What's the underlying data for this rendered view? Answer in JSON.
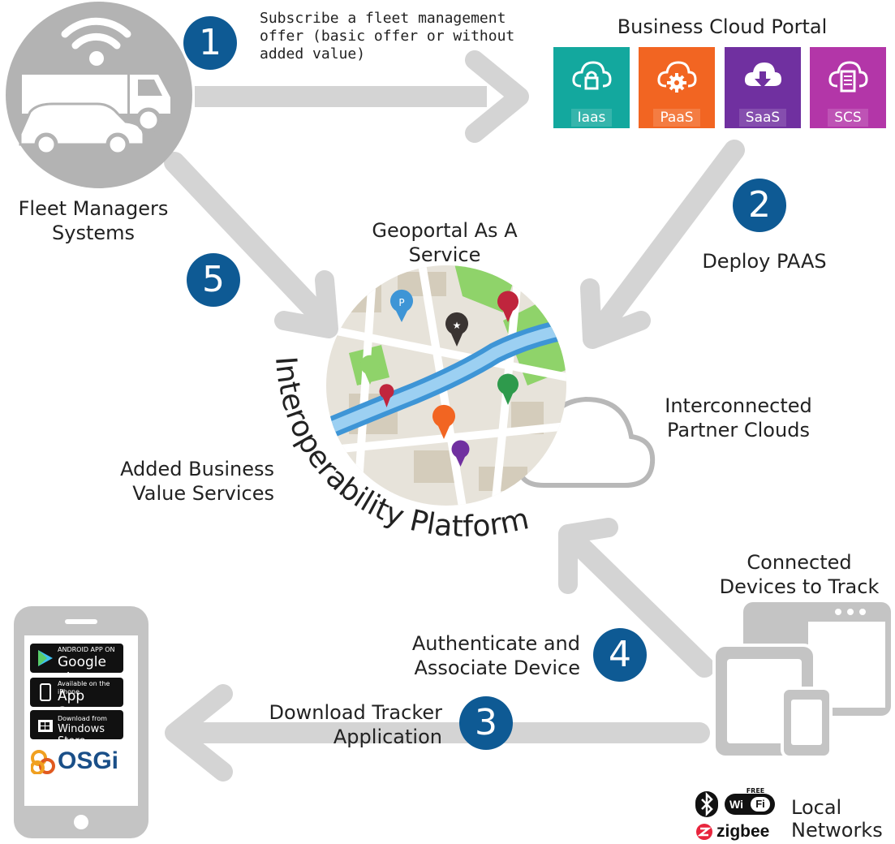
{
  "steps": {
    "s1": {
      "number": "1",
      "text_line1": "Subscribe a fleet management",
      "text_line2": "offer (basic offer or without",
      "text_line3": "added value)"
    },
    "s2": {
      "number": "2",
      "text": "Deploy PAAS"
    },
    "s3": {
      "number": "3",
      "text_line1": "Download Tracker",
      "text_line2": "Application"
    },
    "s4": {
      "number": "4",
      "text_line1": "Authenticate and",
      "text_line2": "Associate Device"
    },
    "s5": {
      "number": "5"
    }
  },
  "nodes": {
    "fleet": {
      "line1": "Fleet Managers",
      "line2": "Systems"
    },
    "portal": {
      "title": "Business Cloud Portal"
    },
    "geoportal": {
      "line1": "Geoportal As A",
      "line2": "Service"
    },
    "platform": {
      "title": "Interoperability Platform"
    },
    "partner": {
      "line1": "Interconnected",
      "line2": "Partner Clouds"
    },
    "added": {
      "line1": "Added Business",
      "line2": "Value Services"
    },
    "devices": {
      "line1": "Connected",
      "line2": "Devices to Track"
    },
    "local": {
      "line1": "Local",
      "line2": "Networks"
    }
  },
  "cloud_tiles": [
    {
      "label": "Iaas",
      "color": "#13a89e",
      "icon": "cloud-lock-icon"
    },
    {
      "label": "PaaS",
      "color": "#f26522",
      "icon": "cloud-gear-icon"
    },
    {
      "label": "SaaS",
      "color": "#7030a0",
      "icon": "cloud-download-icon"
    },
    {
      "label": "SCS",
      "color": "#b336a8",
      "icon": "cloud-server-icon"
    }
  ],
  "stores": {
    "google_small": "ANDROID APP ON",
    "google_big": "Google play",
    "apple_small": "Available on the iPhone",
    "apple_big": "App Store",
    "windows_small": "Download from",
    "windows_big": "Windows Store"
  },
  "osgi": "OSGi",
  "network_icons": {
    "wifi_free": "FREE",
    "wifi_left": "Wi",
    "wifi_right": "Fi",
    "zigbee": "zigbee"
  },
  "colors": {
    "badge": "#0e5a94",
    "arrow": "#d4d4d4",
    "device_gray": "#c4c4c4",
    "outline_gray": "#b8b8b8"
  }
}
